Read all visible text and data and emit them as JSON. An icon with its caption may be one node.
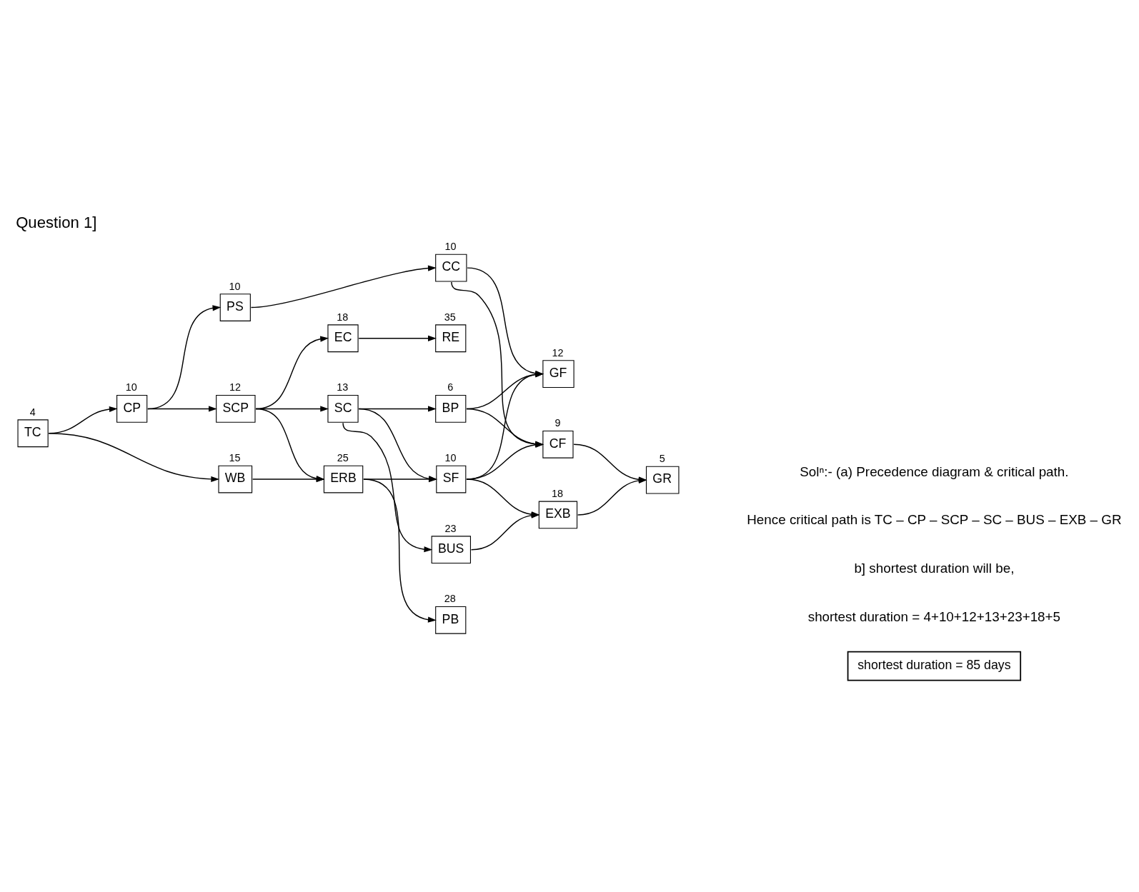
{
  "diagram": {
    "title": "Question 1]",
    "nodes": [
      {
        "text": [
          "TC"
        ],
        "beside": [
          "4"
        ]
      },
      {
        "text": [
          "CP"
        ],
        "beside": [
          "10"
        ]
      },
      {
        "text": [
          "WB"
        ],
        "beside": [
          "15"
        ]
      },
      {
        "text": [
          "PS"
        ],
        "beside": [
          "10"
        ]
      },
      {
        "text": [
          "SCP"
        ],
        "beside": [
          "12"
        ]
      },
      {
        "text": [
          "CC"
        ],
        "beside": [
          "10"
        ]
      },
      {
        "text": [
          "EC"
        ],
        "beside": [
          "18"
        ]
      },
      {
        "text": [
          "SC"
        ],
        "beside": [
          "13"
        ]
      },
      {
        "text": [
          "ERB"
        ],
        "beside": [
          "25"
        ]
      },
      {
        "text": [
          "RE"
        ],
        "beside": [
          "35"
        ]
      },
      {
        "text": [
          "BP"
        ],
        "beside": [
          "6"
        ]
      },
      {
        "text": [
          "BUS"
        ],
        "beside": [
          "23"
        ]
      },
      {
        "text": [
          "SF"
        ],
        "beside": [
          "10"
        ]
      },
      {
        "text": [
          "PB"
        ],
        "beside": [
          "28"
        ]
      },
      {
        "text": [
          "GF"
        ],
        "beside": [
          "12"
        ]
      },
      {
        "text": [
          "CF"
        ],
        "beside": [
          "9"
        ]
      },
      {
        "text": [
          "EXB"
        ],
        "beside": [
          "18"
        ]
      },
      {
        "text": [
          "GR"
        ],
        "beside": [
          "5"
        ]
      },
      {
        "text": [
          "shortest duration = 85 days"
        ]
      }
    ],
    "edges": [
      {
        "from": 0,
        "to": 1,
        "arrow": "to"
      },
      {
        "from": 0,
        "to": 2,
        "arrow": "to"
      },
      {
        "from": 1,
        "to": 3,
        "arrow": "to"
      },
      {
        "from": 1,
        "to": 4,
        "arrow": "to"
      },
      {
        "from": 3,
        "to": 5,
        "arrow": "to"
      },
      {
        "from": 5,
        "to": 14,
        "arrow": "to"
      },
      {
        "from": 5,
        "to": 15,
        "arrow": "to"
      },
      {
        "from": 4,
        "to": 6,
        "arrow": "to"
      },
      {
        "from": 4,
        "to": 7,
        "arrow": "to"
      },
      {
        "from": 4,
        "to": 8,
        "arrow": "to"
      },
      {
        "from": 6,
        "to": 9,
        "arrow": "to"
      },
      {
        "from": 2,
        "to": 8,
        "arrow": "to"
      },
      {
        "from": 7,
        "to": 10,
        "arrow": "to"
      },
      {
        "from": 7,
        "to": 11,
        "arrow": "to"
      },
      {
        "from": 7,
        "to": 12,
        "arrow": "to"
      },
      {
        "from": 8,
        "to": 12,
        "arrow": "to"
      },
      {
        "from": 8,
        "to": 13,
        "arrow": "to"
      },
      {
        "from": 10,
        "to": 14,
        "arrow": "to"
      },
      {
        "from": 10,
        "to": 15,
        "arrow": "to"
      },
      {
        "from": 11,
        "to": 16,
        "arrow": "to"
      },
      {
        "from": 12,
        "to": 14,
        "arrow": "to"
      },
      {
        "from": 12,
        "to": 15,
        "arrow": "to"
      },
      {
        "from": 12,
        "to": 16,
        "arrow": "to"
      },
      {
        "from": 15,
        "to": 17,
        "arrow": "to"
      },
      {
        "from": 16,
        "to": 17,
        "arrow": "to"
      }
    ],
    "labels": [
      "Solⁿ:- (a) Precedence diagram & critical path.",
      "Hence critical path is TC – CP – SCP – SC – BUS – EXB – GR",
      "b] shortest duration will be,",
      "shortest duration = 4+10+12+13+23+18+5"
    ]
  }
}
